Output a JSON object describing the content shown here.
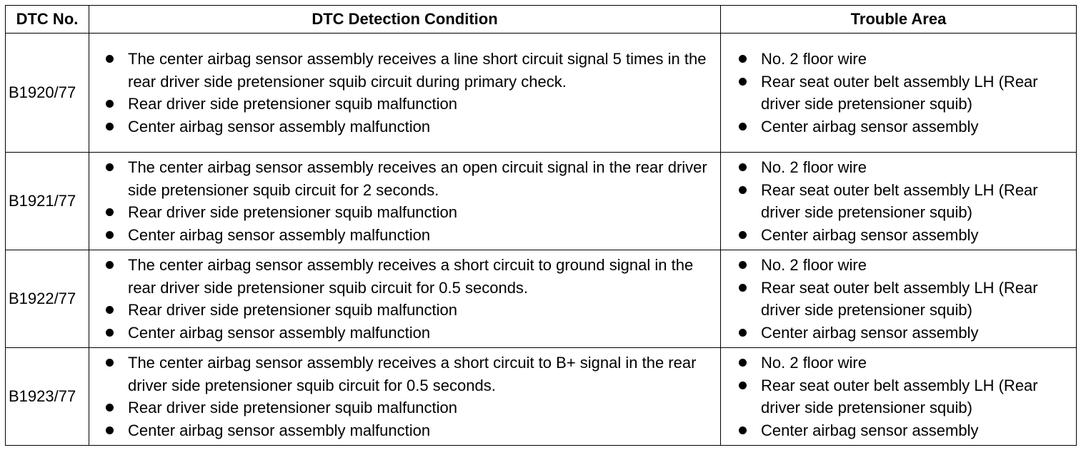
{
  "headers": {
    "dtc_no": "DTC No.",
    "condition": "DTC Detection Condition",
    "trouble_area": "Trouble Area"
  },
  "rows": [
    {
      "code": "B1920/77",
      "conditions": [
        "The center airbag sensor assembly receives a line short circuit signal 5 times in the rear driver side pretensioner squib circuit during primary check.",
        "Rear driver side pretensioner squib malfunction",
        "Center airbag sensor assembly malfunction"
      ],
      "areas": [
        "No. 2 floor wire",
        "Rear seat outer belt assembly LH (Rear driver side pretensioner squib)",
        "Center airbag sensor assembly"
      ]
    },
    {
      "code": "B1921/77",
      "conditions": [
        "The center airbag sensor assembly receives an open circuit signal in the rear driver side pretensioner squib circuit for 2 seconds.",
        "Rear driver side pretensioner squib malfunction",
        "Center airbag sensor assembly malfunction"
      ],
      "areas": [
        "No. 2 floor wire",
        "Rear seat outer belt assembly LH (Rear driver side pretensioner squib)",
        "Center airbag sensor assembly"
      ]
    },
    {
      "code": "B1922/77",
      "conditions": [
        "The center airbag sensor assembly receives a short circuit to ground signal in the rear driver side pretensioner squib circuit for 0.5 seconds.",
        "Rear driver side pretensioner squib malfunction",
        "Center airbag sensor assembly malfunction"
      ],
      "areas": [
        "No. 2 floor wire",
        "Rear seat outer belt assembly LH (Rear driver side pretensioner squib)",
        "Center airbag sensor assembly"
      ]
    },
    {
      "code": "B1923/77",
      "conditions": [
        "The center airbag sensor assembly receives a short circuit to B+ signal in the rear driver side pretensioner squib circuit for 0.5 seconds.",
        "Rear driver side pretensioner squib malfunction",
        "Center airbag sensor assembly malfunction"
      ],
      "areas": [
        "No. 2 floor wire",
        "Rear seat outer belt assembly LH (Rear driver side pretensioner squib)",
        "Center airbag sensor assembly"
      ]
    }
  ]
}
